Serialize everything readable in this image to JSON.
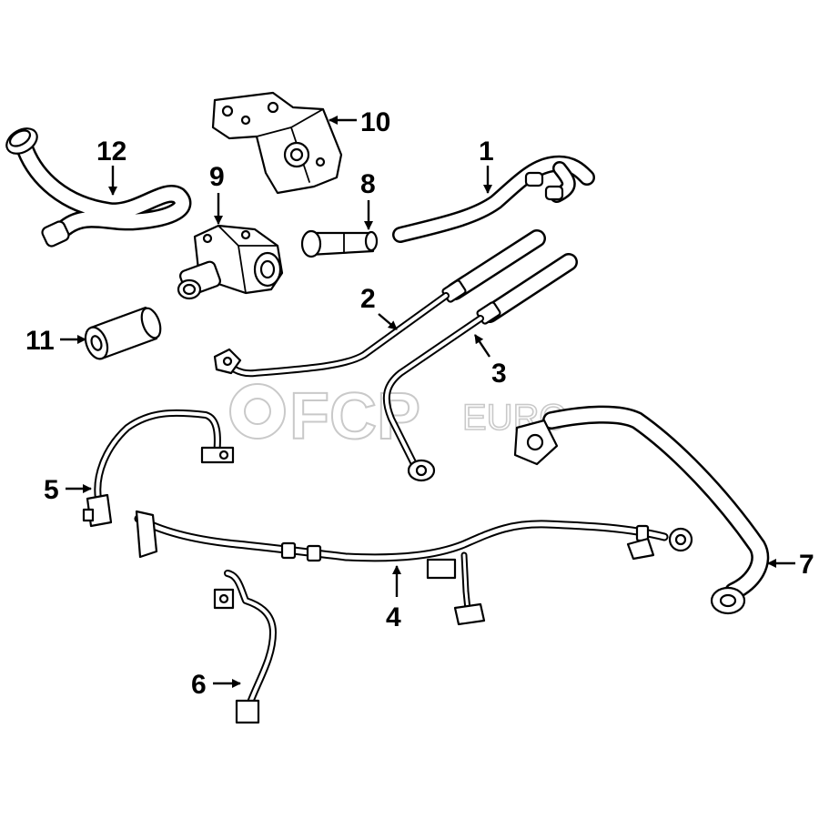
{
  "watermark": {
    "brand_main": "FCP",
    "brand_suffix": "EURO",
    "color": "#c9c9c9"
  },
  "callouts": [
    {
      "id": "1",
      "label": "1"
    },
    {
      "id": "2",
      "label": "2"
    },
    {
      "id": "3",
      "label": "3"
    },
    {
      "id": "4",
      "label": "4"
    },
    {
      "id": "5",
      "label": "5"
    },
    {
      "id": "6",
      "label": "6"
    },
    {
      "id": "7",
      "label": "7"
    },
    {
      "id": "8",
      "label": "8"
    },
    {
      "id": "9",
      "label": "9"
    },
    {
      "id": "10",
      "label": "10"
    },
    {
      "id": "11",
      "label": "11"
    },
    {
      "id": "12",
      "label": "12"
    }
  ],
  "colors": {
    "line": "#000000",
    "background": "#ffffff"
  }
}
